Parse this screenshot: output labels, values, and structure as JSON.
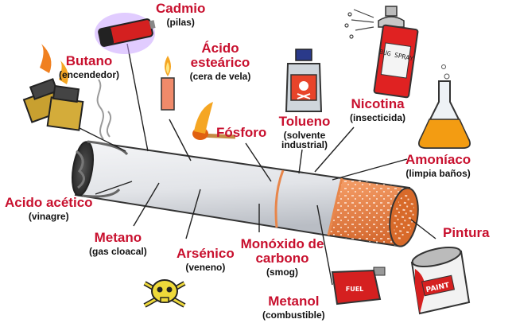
{
  "components": {
    "cadmio": {
      "name": "Cadmio",
      "source": "(pilas)"
    },
    "acido_estearico": {
      "name": "Ácido esteárico",
      "source": "(cera de vela)"
    },
    "butano": {
      "name": "Butano",
      "source": "(encendedor)"
    },
    "fosforo": {
      "name": "Fósforo"
    },
    "tolueno": {
      "name": "Tolueno",
      "source": "(solvente industrial)"
    },
    "nicotina": {
      "name": "Nicotina",
      "source": "(insecticida)"
    },
    "amoniaco": {
      "name": "Amoníaco",
      "source": "(limpia baños)"
    },
    "acido_acetico": {
      "name": "Acido acético",
      "source": "(vinagre)"
    },
    "metano": {
      "name": "Metano",
      "source": "(gas cloacal)"
    },
    "arsenico": {
      "name": "Arsénico",
      "source": "(veneno)"
    },
    "monoxido": {
      "name": "Monóxido de carbono",
      "source": "(smog)"
    },
    "metanol": {
      "name": "Metanol",
      "source": "(combustible)"
    },
    "pintura": {
      "name": "Pintura"
    }
  },
  "illustration_text": {
    "spray_label": "BUG SPRAY",
    "can_label": "FUEL",
    "paint_label": "PAINT"
  },
  "colors": {
    "label_red": "#c8102e",
    "filter_orange": "#e8864a",
    "cigarette_gray": "#e4e6ea"
  }
}
